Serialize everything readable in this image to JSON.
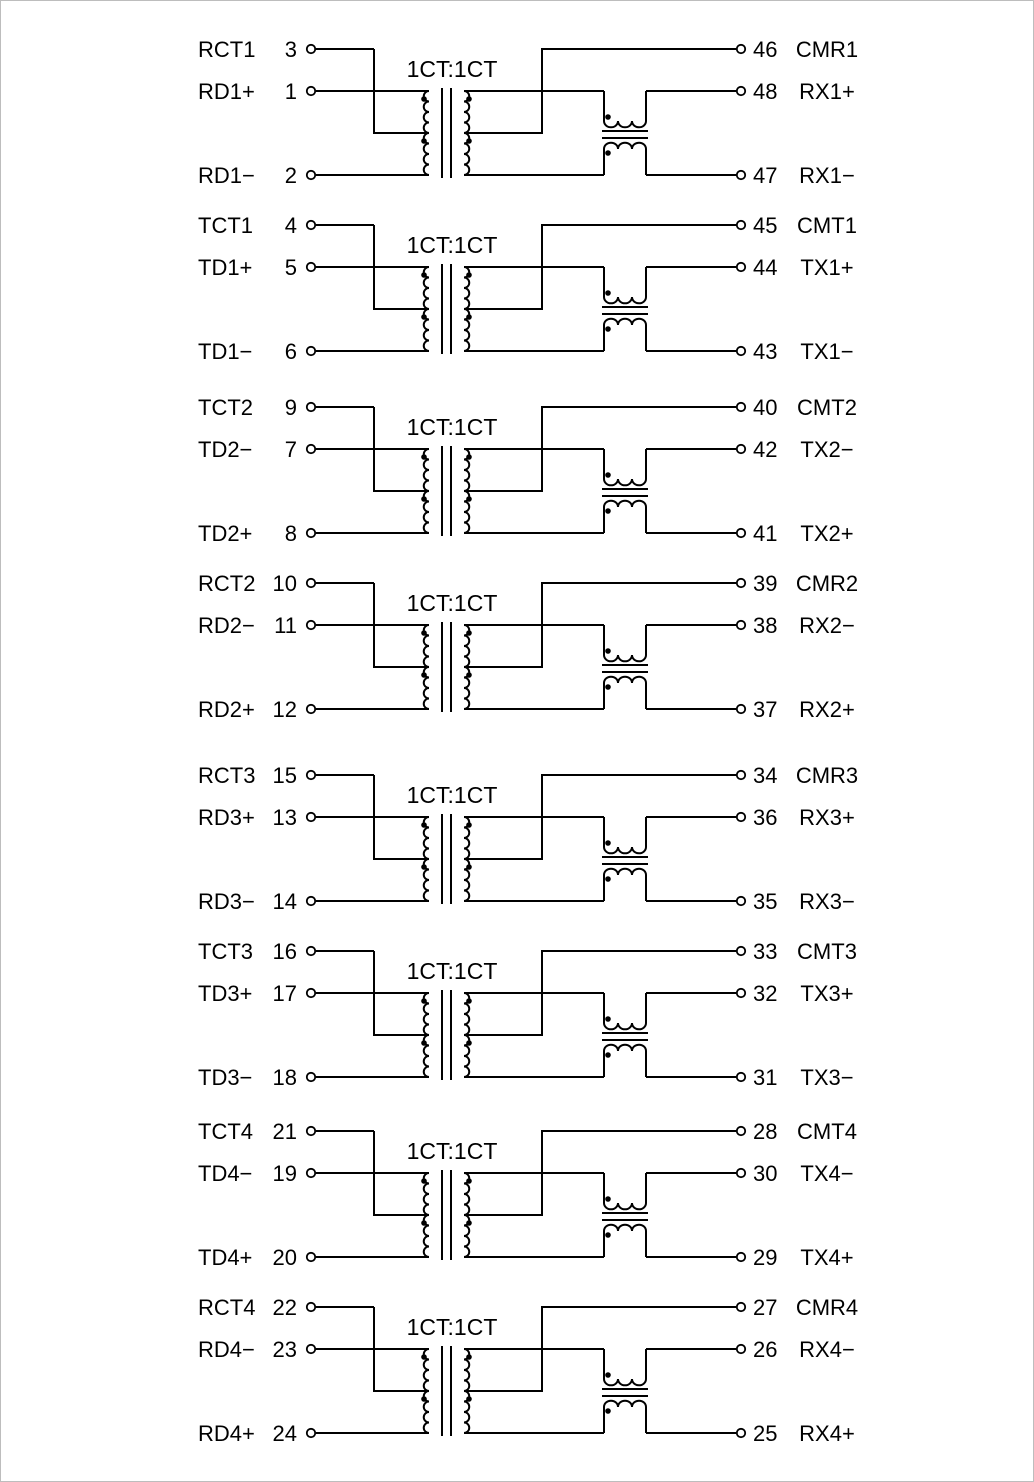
{
  "diagram": {
    "ratio_label": "1CT:1CT",
    "channels": [
      {
        "ratio": "1CT:1CT",
        "left": [
          {
            "name": "RCT1",
            "pin": "3"
          },
          {
            "name": "RD1+",
            "pin": "1"
          },
          {
            "name": "RD1−",
            "pin": "2"
          }
        ],
        "right": [
          {
            "name": "CMR1",
            "pin": "46"
          },
          {
            "name": "RX1+",
            "pin": "48"
          },
          {
            "name": "RX1−",
            "pin": "47"
          }
        ]
      },
      {
        "ratio": "1CT:1CT",
        "left": [
          {
            "name": "TCT1",
            "pin": "4"
          },
          {
            "name": "TD1+",
            "pin": "5"
          },
          {
            "name": "TD1−",
            "pin": "6"
          }
        ],
        "right": [
          {
            "name": "CMT1",
            "pin": "45"
          },
          {
            "name": "TX1+",
            "pin": "44"
          },
          {
            "name": "TX1−",
            "pin": "43"
          }
        ]
      },
      {
        "ratio": "1CT:1CT",
        "left": [
          {
            "name": "TCT2",
            "pin": "9"
          },
          {
            "name": "TD2−",
            "pin": "7"
          },
          {
            "name": "TD2+",
            "pin": "8"
          }
        ],
        "right": [
          {
            "name": "CMT2",
            "pin": "40"
          },
          {
            "name": "TX2−",
            "pin": "42"
          },
          {
            "name": "TX2+",
            "pin": "41"
          }
        ]
      },
      {
        "ratio": "1CT:1CT",
        "left": [
          {
            "name": "RCT2",
            "pin": "10"
          },
          {
            "name": "RD2−",
            "pin": "11"
          },
          {
            "name": "RD2+",
            "pin": "12"
          }
        ],
        "right": [
          {
            "name": "CMR2",
            "pin": "39"
          },
          {
            "name": "RX2−",
            "pin": "38"
          },
          {
            "name": "RX2+",
            "pin": "37"
          }
        ]
      },
      {
        "ratio": "1CT:1CT",
        "left": [
          {
            "name": "RCT3",
            "pin": "15"
          },
          {
            "name": "RD3+",
            "pin": "13"
          },
          {
            "name": "RD3−",
            "pin": "14"
          }
        ],
        "right": [
          {
            "name": "CMR3",
            "pin": "34"
          },
          {
            "name": "RX3+",
            "pin": "36"
          },
          {
            "name": "RX3−",
            "pin": "35"
          }
        ]
      },
      {
        "ratio": "1CT:1CT",
        "left": [
          {
            "name": "TCT3",
            "pin": "16"
          },
          {
            "name": "TD3+",
            "pin": "17"
          },
          {
            "name": "TD3−",
            "pin": "18"
          }
        ],
        "right": [
          {
            "name": "CMT3",
            "pin": "33"
          },
          {
            "name": "TX3+",
            "pin": "32"
          },
          {
            "name": "TX3−",
            "pin": "31"
          }
        ]
      },
      {
        "ratio": "1CT:1CT",
        "left": [
          {
            "name": "TCT4",
            "pin": "21"
          },
          {
            "name": "TD4−",
            "pin": "19"
          },
          {
            "name": "TD4+",
            "pin": "20"
          }
        ],
        "right": [
          {
            "name": "CMT4",
            "pin": "28"
          },
          {
            "name": "TX4−",
            "pin": "30"
          },
          {
            "name": "TX4+",
            "pin": "29"
          }
        ]
      },
      {
        "ratio": "1CT:1CT",
        "left": [
          {
            "name": "RCT4",
            "pin": "22"
          },
          {
            "name": "RD4−",
            "pin": "23"
          },
          {
            "name": "RD4+",
            "pin": "24"
          }
        ],
        "right": [
          {
            "name": "CMR4",
            "pin": "27"
          },
          {
            "name": "RX4−",
            "pin": "26"
          },
          {
            "name": "RX4+",
            "pin": "25"
          }
        ]
      }
    ]
  },
  "colors": {
    "ink": "#000000",
    "border": "#bdbdbd",
    "background": "#ffffff"
  }
}
